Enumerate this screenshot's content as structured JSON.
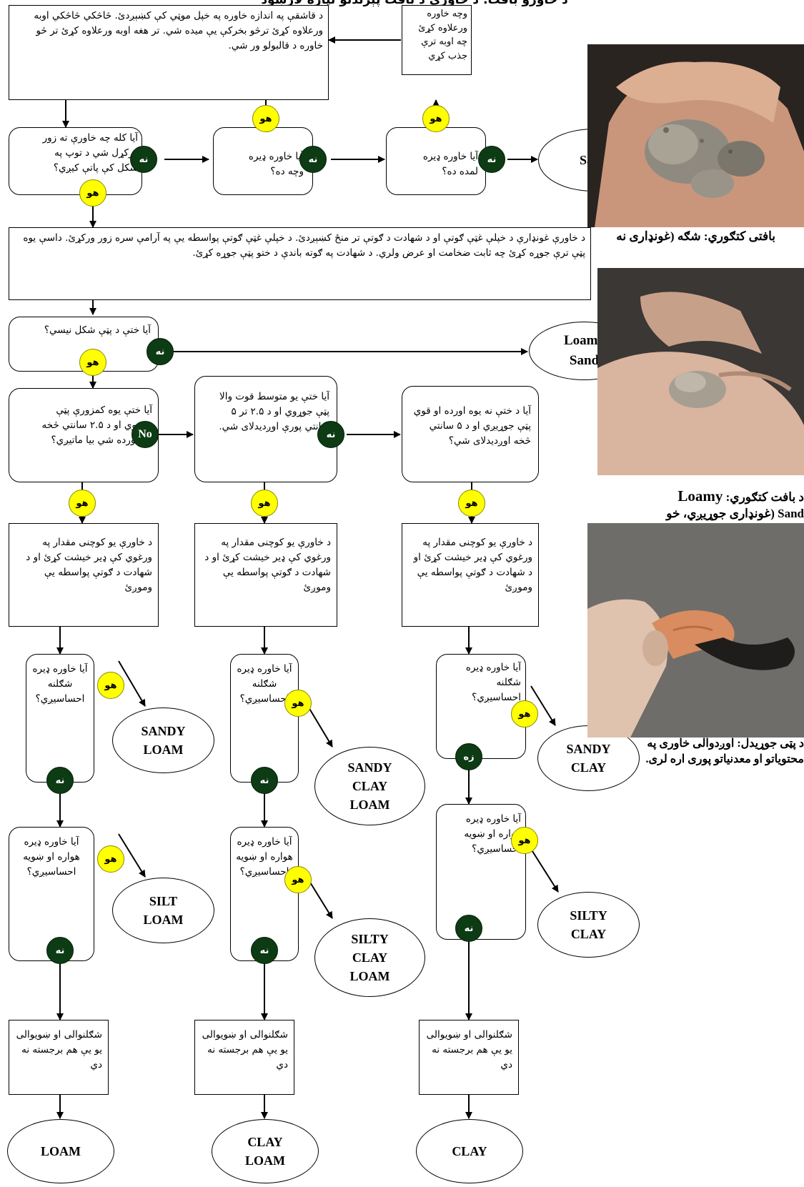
{
  "header": {
    "title": "د خاورو بافت: د خاورې د بافت پېژندلو لپاره لارښود"
  },
  "boxes": {
    "top_instructions": "د قاشقې په اندازه خاوره په خپل موټي کې کښېږدئ. څاڅکي څاڅکي اوبه ورعلاوه کړئ ترڅو بخرکې یې میده شي. تر هغه اوبه ورعلاوه کړئ تر څو خاوره د قالبولو ور شي.",
    "add_dry_soil": "وچه خاوره ورعلاوه کړئ چه اوبه ترې جذب کړي",
    "q_ball": "آیا کله چه خاورې ته زور ورکړل شي د توپ په شکل کې پاتې کیږي؟",
    "q_too_dry": "آیا خاوره ډیره وچه ده؟",
    "q_too_wet": "آیا خاوره ډیره لمده ده؟",
    "ribbon_instructions": "د خاورې غونډارې د خپلې غټې ګوتې او د شهادت د ګوتې تر منځ کښېږدئ. د خپلې غټې ګوتې پواسطه یې په آرامې سره زور ورکړئ. داسې یوه پټې ترې جوړه کړئ چه ثابت ضخامت او عرض ولري. د شهادت په ګوته باندې د ختو پټې جوړه کړئ.",
    "q_ribbon": "آیا ختې د پټې شکل نیسي؟",
    "q_weak": "آیا ختې یوه کمزورې پټې جوړوي او د ۲.۵ سانتي څخه چه اورده شي بیا ماتیږي؟",
    "q_medium": "آیا ختې یو متوسط قوت والا پټې جوړوي او د ۲.۵ تر ۵ سانتي پورې اوږدیدلای شي.",
    "q_strong": "آیا د ختې نه یوه اورده او قوي پټې جوړیږي او د ۵ سانتي څخه اوږدیدلای شي؟",
    "wet_instruction": "د خاورې یو کوچنی مقدار په ورغوي کې ډیر خیشت کړئ او د شهادت د ګوتې پواسطه یې وموږئ",
    "q_gritty": "آیا خاوره ډیره شګلنه احساسیږي؟",
    "q_smooth": "آیا خاوره ډیره هواره او ښویه احساسیږي؟",
    "neither": "شګلنوالی او ښویوالی یو یې هم برجسته نه دي"
  },
  "results": {
    "sand": "Sand",
    "loamy_sand_1": "Loamy",
    "loamy_sand_2": "Sand",
    "sandy_loam_1": "SANDY",
    "sandy_loam_2": "LOAM",
    "sandy_clay_loam_1": "SANDY",
    "sandy_clay_loam_2": "CLAY",
    "sandy_clay_loam_3": "LOAM",
    "sandy_clay_1": "SANDY",
    "sandy_clay_2": "CLAY",
    "silt_loam_1": "SILT",
    "silt_loam_2": "LOAM",
    "silty_clay_loam_1": "SILTY",
    "silty_clay_loam_2": "CLAY",
    "silty_clay_loam_3": "LOAM",
    "silty_clay_1": "SILTY",
    "silty_clay_2": "CLAY",
    "loam": "LOAM",
    "clay_loam_1": "CLAY",
    "clay_loam_2": "LOAM",
    "clay": "CLAY"
  },
  "badges": {
    "yes": "هو",
    "no": "نه",
    "no_en": "No",
    "no_alt": "زه"
  },
  "captions": {
    "sand": "بافتی کتګوري: شګه (غونډاری نه",
    "loamy_sand_1": "د بافت کتګوري:",
    "loamy_sand_en": "Loamy",
    "loamy_sand_2": "Sand (غونډاری جوړیږي، خو",
    "clay": "د پټی جوړیدل: اوږدوالی خاوری په محتویاتو او معدنیاتو پوری اره لری."
  },
  "colors": {
    "yes": "#ffff00",
    "no": "#0d3b14"
  }
}
